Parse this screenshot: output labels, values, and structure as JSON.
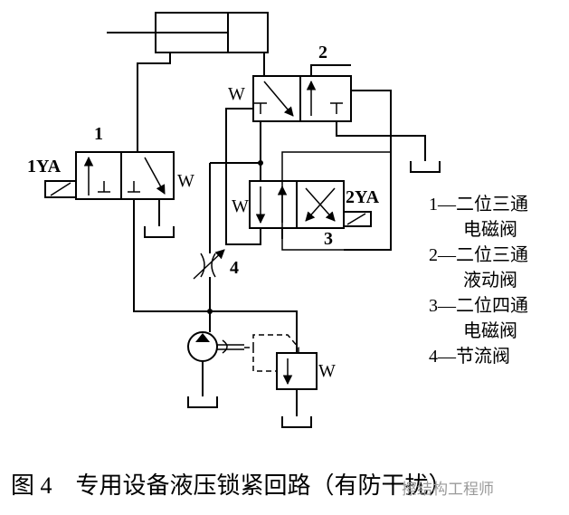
{
  "labels": {
    "valve1": "1",
    "valve2": "2",
    "valve3": "3",
    "valve4": "4",
    "sol1": "1YA",
    "sol2": "2YA",
    "spring": "W"
  },
  "legend": [
    {
      "line1": "1—二位三通",
      "line2": "电磁阀"
    },
    {
      "line1": "2—二位三通",
      "line2": "液动阀"
    },
    {
      "line1": "3—二位四通",
      "line2": "电磁阀"
    },
    {
      "line1": "4—节流阀"
    }
  ],
  "caption": "图 4　专用设备液压锁紧回路（有防干扰）",
  "watermark": "擦结构工程师"
}
